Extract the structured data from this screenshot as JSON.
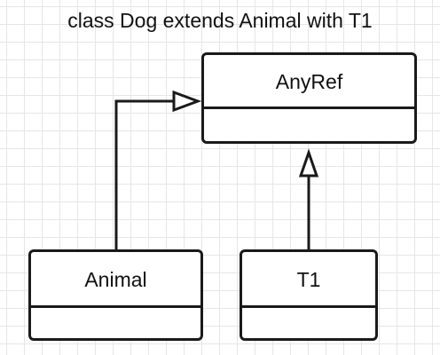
{
  "title": "class Dog extends Animal with T1",
  "classes": {
    "anyref": {
      "name": "AnyRef"
    },
    "animal": {
      "name": "Animal"
    },
    "t1": {
      "name": "T1"
    }
  },
  "relations": [
    {
      "from": "Animal",
      "to": "AnyRef",
      "kind": "generalization"
    },
    {
      "from": "T1",
      "to": "AnyRef",
      "kind": "generalization"
    }
  ]
}
